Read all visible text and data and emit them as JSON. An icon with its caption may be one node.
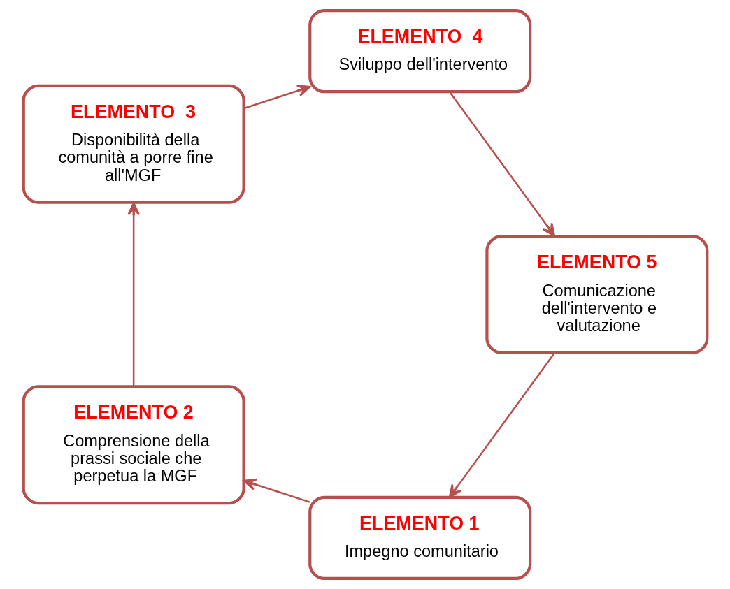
{
  "diagram": {
    "nodes": [
      {
        "text": [
          "ELEMENTO 1",
          "Impegno comunitario"
        ]
      },
      {
        "text": [
          "ELEMENTO 2",
          "Comprensione della prassi sociale che perpetua la MGF"
        ]
      },
      {
        "text": [
          "ELEMENTO  3",
          "Disponibilità della comunità a porre fine all'MGF"
        ]
      },
      {
        "text": [
          "ELEMENTO  4",
          "Sviluppo dell'intervento"
        ]
      },
      {
        "text": [
          "ELEMENTO 5",
          "Comunicazione dell'intervento e valutazione"
        ]
      }
    ],
    "edges": [
      {
        "from": 0,
        "to": 1,
        "arrow": "to"
      },
      {
        "from": 1,
        "to": 2,
        "arrow": "to"
      },
      {
        "from": 2,
        "to": 3,
        "arrow": "to"
      },
      {
        "from": 3,
        "to": 4,
        "arrow": "to"
      },
      {
        "from": 4,
        "to": 0,
        "arrow": "to"
      }
    ]
  }
}
